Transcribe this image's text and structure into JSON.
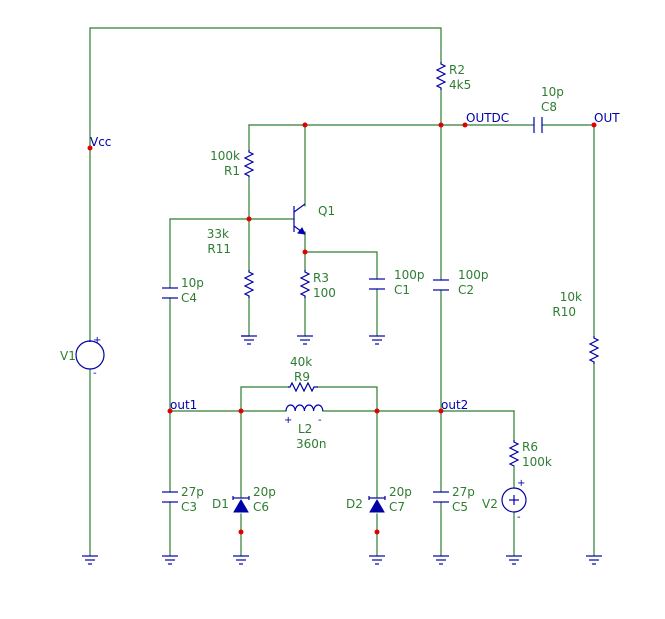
{
  "nets": {
    "vcc": "Vcc",
    "outdc": "OUTDC",
    "out": "OUT",
    "out1": "out1",
    "out2": "out2"
  },
  "components": {
    "r1": {
      "ref": "R1",
      "value": "100k"
    },
    "r2": {
      "ref": "R2",
      "value": "4k5"
    },
    "r3": {
      "ref": "R3",
      "value": "100"
    },
    "r6": {
      "ref": "R6",
      "value": "100k"
    },
    "r9": {
      "ref": "R9",
      "value": "40k"
    },
    "r10": {
      "ref": "R10",
      "value": "10k"
    },
    "r11": {
      "ref": "R11",
      "value": "33k"
    },
    "c1": {
      "ref": "C1",
      "value": "100p"
    },
    "c2": {
      "ref": "C2",
      "value": "100p"
    },
    "c3": {
      "ref": "C3",
      "value": "27p"
    },
    "c4": {
      "ref": "C4",
      "value": "10p"
    },
    "c5": {
      "ref": "C5",
      "value": "27p"
    },
    "c6": {
      "ref": "C6",
      "value": "20p"
    },
    "c7": {
      "ref": "C7",
      "value": "20p"
    },
    "c8": {
      "ref": "C8",
      "value": "10p"
    },
    "l2": {
      "ref": "L2",
      "value": "360n"
    },
    "q1": {
      "ref": "Q1"
    },
    "d1": {
      "ref": "D1"
    },
    "d2": {
      "ref": "D2"
    },
    "v1": {
      "ref": "V1"
    },
    "v2": {
      "ref": "V2"
    }
  },
  "polarity": {
    "plus": "+",
    "minus": "-"
  },
  "colors": {
    "wire": "#2e7d32",
    "component": "#0000a8",
    "junction": "#e00000",
    "label": "#2e7d32",
    "net_label": "#0000a8"
  }
}
